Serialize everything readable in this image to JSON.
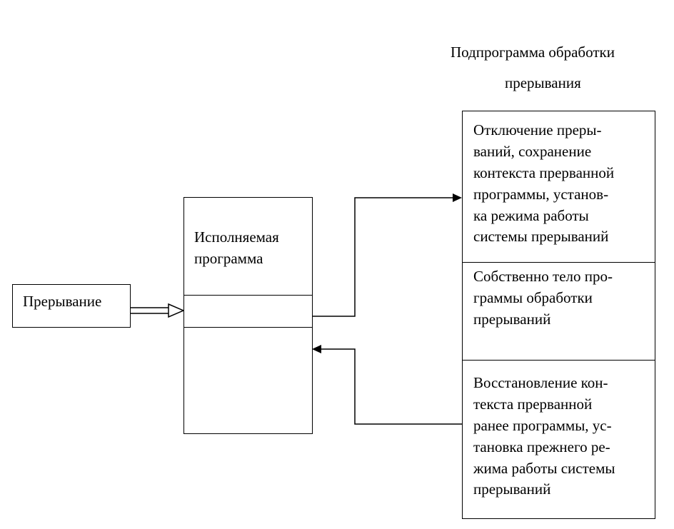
{
  "handler_title": {
    "line1": "Подпрограмма обработки",
    "line2": "прерывания"
  },
  "interrupt_box": {
    "label": "Прерывание"
  },
  "program_box": {
    "line1": "Исполняемая",
    "line2": "программа"
  },
  "handler_steps": [
    {
      "lines": [
        "Отключение преры-",
        "ваний, сохранение",
        "контекста прерванной",
        "программы, установ-",
        "ка режима работы",
        "системы прерываний"
      ]
    },
    {
      "lines": [
        "Собственно тело про-",
        "граммы обработки",
        "прерываний"
      ]
    },
    {
      "lines": [
        "Восстановление кон-",
        "текста прерванной",
        "ранее программы, ус-",
        "тановка прежнего ре-",
        "жима работы системы",
        "прерываний"
      ]
    }
  ]
}
